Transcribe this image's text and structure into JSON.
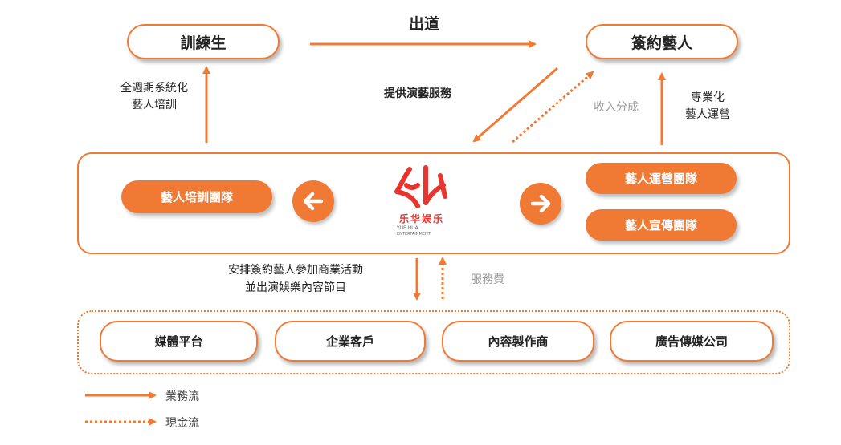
{
  "colors": {
    "accent": "#f07a33",
    "text": "#222222",
    "muted": "#9a9a9a"
  },
  "top": {
    "trainee": "訓練生",
    "signed_artist": "簽約藝人",
    "debut": "出道"
  },
  "labels": {
    "training_line1": "全週期系統化",
    "training_line2": "藝人培訓",
    "provide_services": "提供演藝服務",
    "revenue_share": "收入分成",
    "pro_line1": "專業化",
    "pro_line2": "藝人運營",
    "arrange_line1": "安排簽約藝人參加商業活動",
    "arrange_line2": "並出演娛樂內容節目",
    "service_fee": "服務費"
  },
  "company": {
    "logo_cn": "乐华娱乐",
    "logo_en": "YUE HUA",
    "logo_sub": "ENTERTAINMENT",
    "training_team": "藝人培訓團隊",
    "operation_team": "藝人運營團隊",
    "publicity_team": "藝人宣傳團隊",
    "left_arrow_icon": "arrow-left-icon",
    "right_arrow_icon": "arrow-right-icon"
  },
  "customers": [
    "媒體平台",
    "企業客戶",
    "內容製作商",
    "廣告傳媒公司"
  ],
  "legend": {
    "business_flow": "業務流",
    "cash_flow": "現金流"
  }
}
